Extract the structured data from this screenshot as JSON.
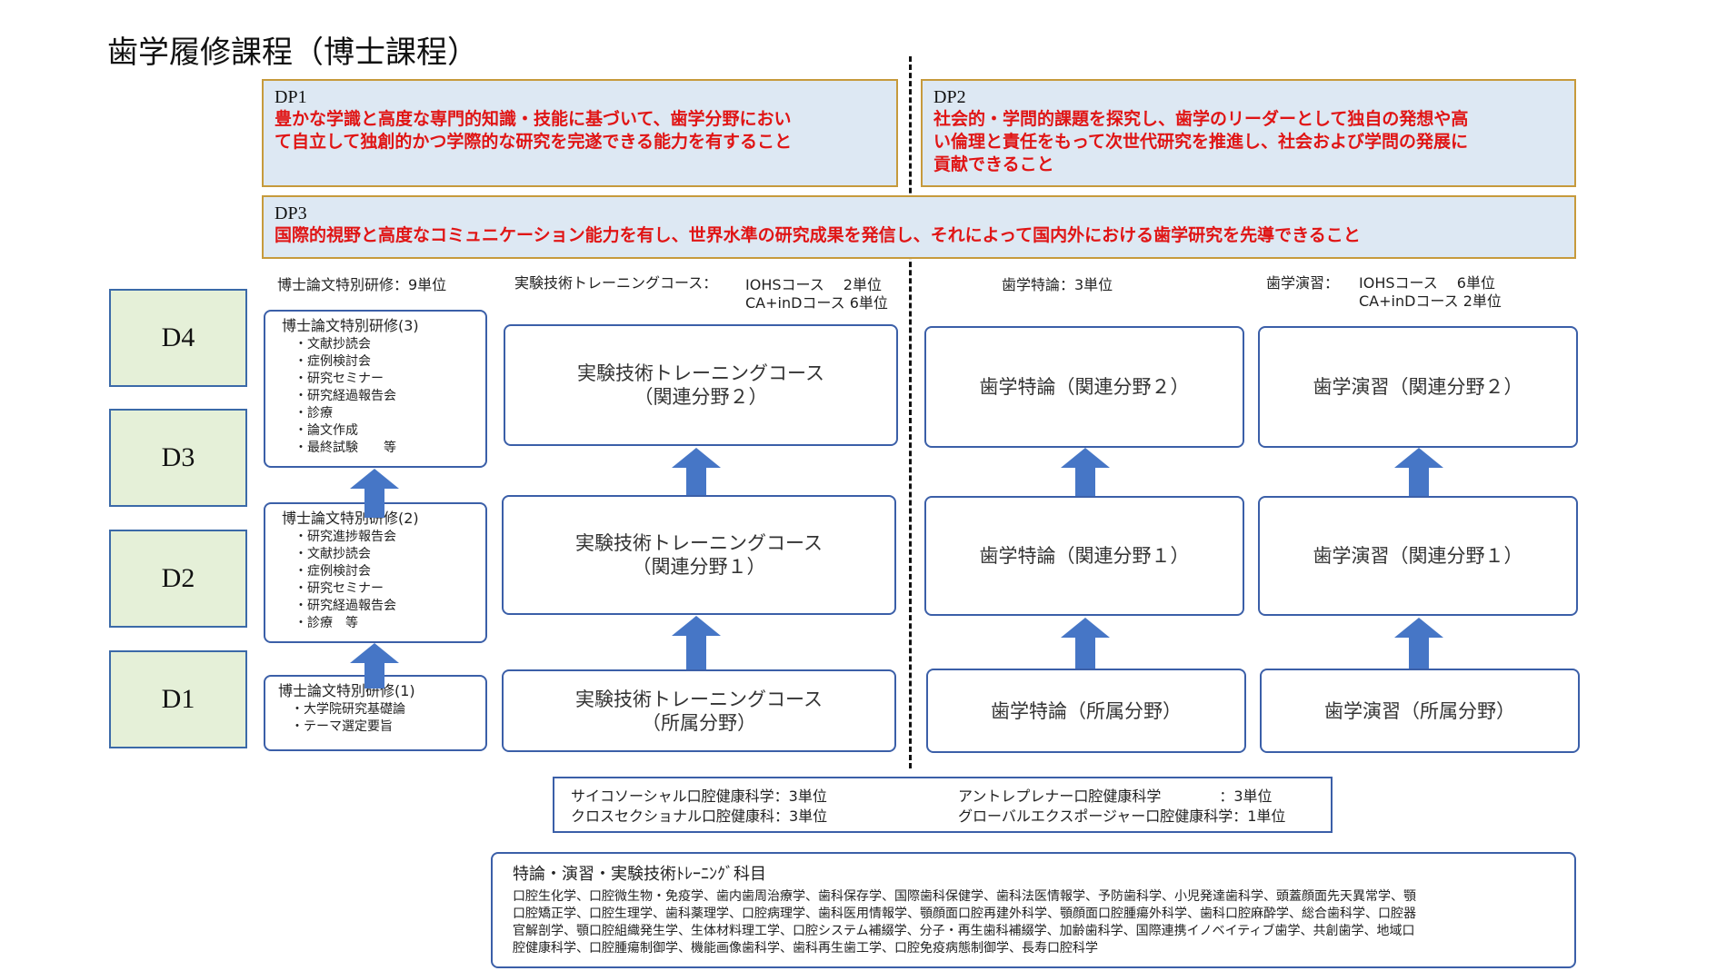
{
  "title": "歯学履修課程（博士課程）",
  "colors": {
    "dp_text": "#e01515",
    "dp_border": "#c69a3c",
    "dp_fill": "#dde8f3",
    "box_border": "#3b5fa8",
    "arrow": "#4676c6",
    "year_fill": "#e5f0d8"
  },
  "dp1": {
    "label": "DP1",
    "lines": [
      "豊かな学識と高度な専門的知識・技能に基づいて、歯学分野におい",
      "て自立して独創的かつ学際的な研究を完遂できる能力を有すること"
    ]
  },
  "dp2": {
    "label": "DP2",
    "lines": [
      "社会的・学問的課題を探究し、歯学のリーダーとして独自の発想や高",
      "い倫理と責任をもって次世代研究を推進し、社会および学問の発展に",
      "貢献できること"
    ]
  },
  "dp3": {
    "label": "DP3",
    "lines": [
      "国際的視野と高度なコミュニケーション能力を有し、世界水準の研究成果を発信し、それによって国内外における歯学研究を先導できること"
    ]
  },
  "headers": {
    "thesis": "博士論文特別研修：9単位",
    "exp_label": "実験技術トレーニングコース：",
    "exp_line1": "IOHSコース　 2単位",
    "exp_line2": "CA+inDコース 6単位",
    "special": "歯学特論：3単位",
    "seminar_label": "歯学演習：",
    "seminar_line1": "IOHSコース　 6単位",
    "seminar_line2": "CA+inDコース 2単位"
  },
  "years": [
    "D4",
    "D3",
    "D2",
    "D1"
  ],
  "thesis": {
    "t3": {
      "title": "博士論文特別研修(3)",
      "items": [
        "文献抄読会",
        "症例検討会",
        "研究セミナー",
        "研究経過報告会",
        "診療",
        "論文作成",
        "最終試験　　等"
      ]
    },
    "t2": {
      "title": "博士論文特別研修(2)",
      "items": [
        "研究進捗報告会",
        "文献抄読会",
        "症例検討会",
        "研究セミナー",
        "研究経過報告会",
        "診療　等"
      ]
    },
    "t1": {
      "title": "博士論文特別研修(1)",
      "items": [
        "大学院研究基礎論",
        "テーマ選定要旨"
      ]
    }
  },
  "exp": {
    "top": [
      "実験技術トレーニングコース",
      "（関連分野２）"
    ],
    "mid": [
      "実験技術トレーニングコース",
      "（関連分野１）"
    ],
    "bot": [
      "実験技術トレーニングコース",
      "（所属分野）"
    ]
  },
  "special": {
    "top": "歯学特論（関連分野２）",
    "mid": "歯学特論（関連分野１）",
    "bot": "歯学特論（所属分野）"
  },
  "seminar": {
    "top": "歯学演習（関連分野２）",
    "mid": "歯学演習（関連分野１）",
    "bot": "歯学演習（所属分野）"
  },
  "psycho": {
    "c1": "サイコソーシャル口腔健康科学：3単位",
    "c2": "アントレプレナー口腔健康科学　　　　：3単位",
    "c3": "クロスセクショナル口腔健康科：3単位",
    "c4": "グローバルエクスポージャー口腔健康科学：1単位"
  },
  "subjects": {
    "title": "特論・演習・実験技術ﾄﾚｰﾆﾝｸﾞ科目",
    "lines": [
      "口腔生化学、口腔微生物・免疫学、歯内歯周治療学、歯科保存学、国際歯科保健学、歯科法医情報学、予防歯科学、小児発達歯科学、頭蓋顔面先天異常学、顎",
      "口腔矯正学、口腔生理学、歯科薬理学、口腔病理学、歯科医用情報学、顎顔面口腔再建外科学、顎顔面口腔腫瘍外科学、歯科口腔麻酔学、総合歯科学、口腔器",
      "官解剖学、顎口腔組織発生学、生体材料理工学、口腔システム補綴学、分子・再生歯科補綴学、加齢歯科学、国際連携イノベイティブ歯学、共創歯学、地域口",
      "腔健康科学、口腔腫瘍制御学、機能画像歯科学、歯科再生歯工学、口腔免疫病態制御学、長寿口腔科学"
    ]
  }
}
